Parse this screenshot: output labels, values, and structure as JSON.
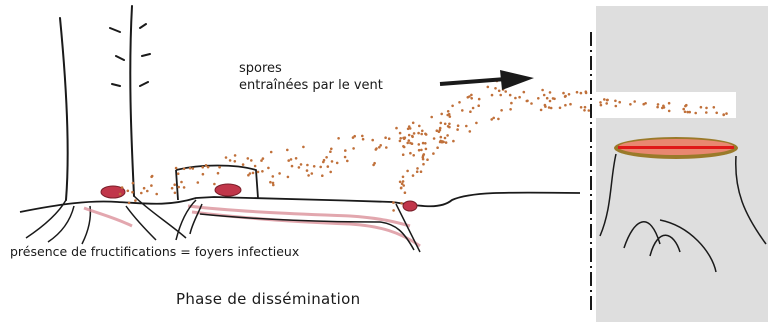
{
  "labels": {
    "spores_line1": "spores",
    "spores_line2": "entraînées par le vent",
    "presence": "présence de fructifications = foyers infectieux",
    "phase": "Phase de dissémination"
  },
  "colors": {
    "ink": "#1a1a1a",
    "spore": "#c0703a",
    "fruiting_body": "#c1364a",
    "root_tint": "#d98a94",
    "panel_bg": "#dedede",
    "stump_cap_rim": "#9a7a2a",
    "stump_cap_fill": "#e98770",
    "stump_cap_band": "#e01818"
  }
}
